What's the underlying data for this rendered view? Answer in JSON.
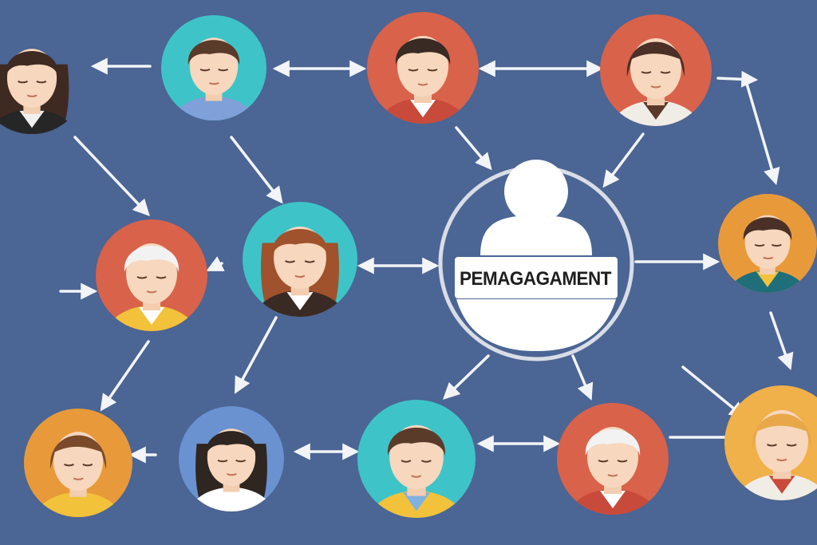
{
  "colors": {
    "background": "#4b6594",
    "arrow": "#f2f4f8",
    "ring": "#d9dde6",
    "hub": "#ffffff",
    "label_text": "#1e1e1e"
  },
  "hub": {
    "label": "PEMAGAGAMENT",
    "icon": "person-silhouette-icon"
  },
  "people": [
    {
      "id": "p1",
      "bg": "#4b6594",
      "hair": "#3f2a22",
      "shirt": "#262626",
      "collar": "#f0f0f0",
      "style": "long"
    },
    {
      "id": "p2",
      "bg": "#3ec4c8",
      "hair": "#5a3b2a",
      "shirt": "#7fa0d8",
      "collar": "#7fa0d8",
      "style": "short"
    },
    {
      "id": "p3",
      "bg": "#d9624b",
      "hair": "#3a2a24",
      "shirt": "#c84a3a",
      "collar": "#ffffff",
      "style": "short"
    },
    {
      "id": "p4",
      "bg": "#d9624b",
      "hair": "#4a3026",
      "shirt": "#f0ede6",
      "collar": "#5a3a2a",
      "style": "bob"
    },
    {
      "id": "p5",
      "bg": "#d9624b",
      "hair": "#f2f2f2",
      "shirt": "#f2c23a",
      "collar": "#ffffff",
      "style": "short"
    },
    {
      "id": "p6",
      "bg": "#3ec4c8",
      "hair": "#a0522d",
      "shirt": "#3a2a24",
      "collar": "#ffffff",
      "style": "long"
    },
    {
      "id": "p7",
      "bg": "#e89a3a",
      "hair": "#4a3026",
      "shirt": "#1f6e7a",
      "collar": "#f2c23a",
      "style": "short"
    },
    {
      "id": "p8",
      "bg": "#e89a3a",
      "hair": "#7a4a2a",
      "shirt": "#f2c23a",
      "collar": "#f2c23a",
      "style": "bob"
    },
    {
      "id": "p9",
      "bg": "#6a92d0",
      "hair": "#2f2521",
      "shirt": "#ffffff",
      "collar": "#ffffff",
      "style": "long"
    },
    {
      "id": "p10",
      "bg": "#3ec4c8",
      "hair": "#5a3b2a",
      "shirt": "#f2c23a",
      "collar": "#7fb2e0",
      "style": "short"
    },
    {
      "id": "p11",
      "bg": "#d9624b",
      "hair": "#f2f2f2",
      "shirt": "#c84a3a",
      "collar": "#ffffff",
      "style": "short"
    },
    {
      "id": "p12",
      "bg": "#f0b04a",
      "hair": "#e8a84a",
      "shirt": "#f0ede6",
      "collar": "#c84a3a",
      "style": "bob"
    }
  ]
}
